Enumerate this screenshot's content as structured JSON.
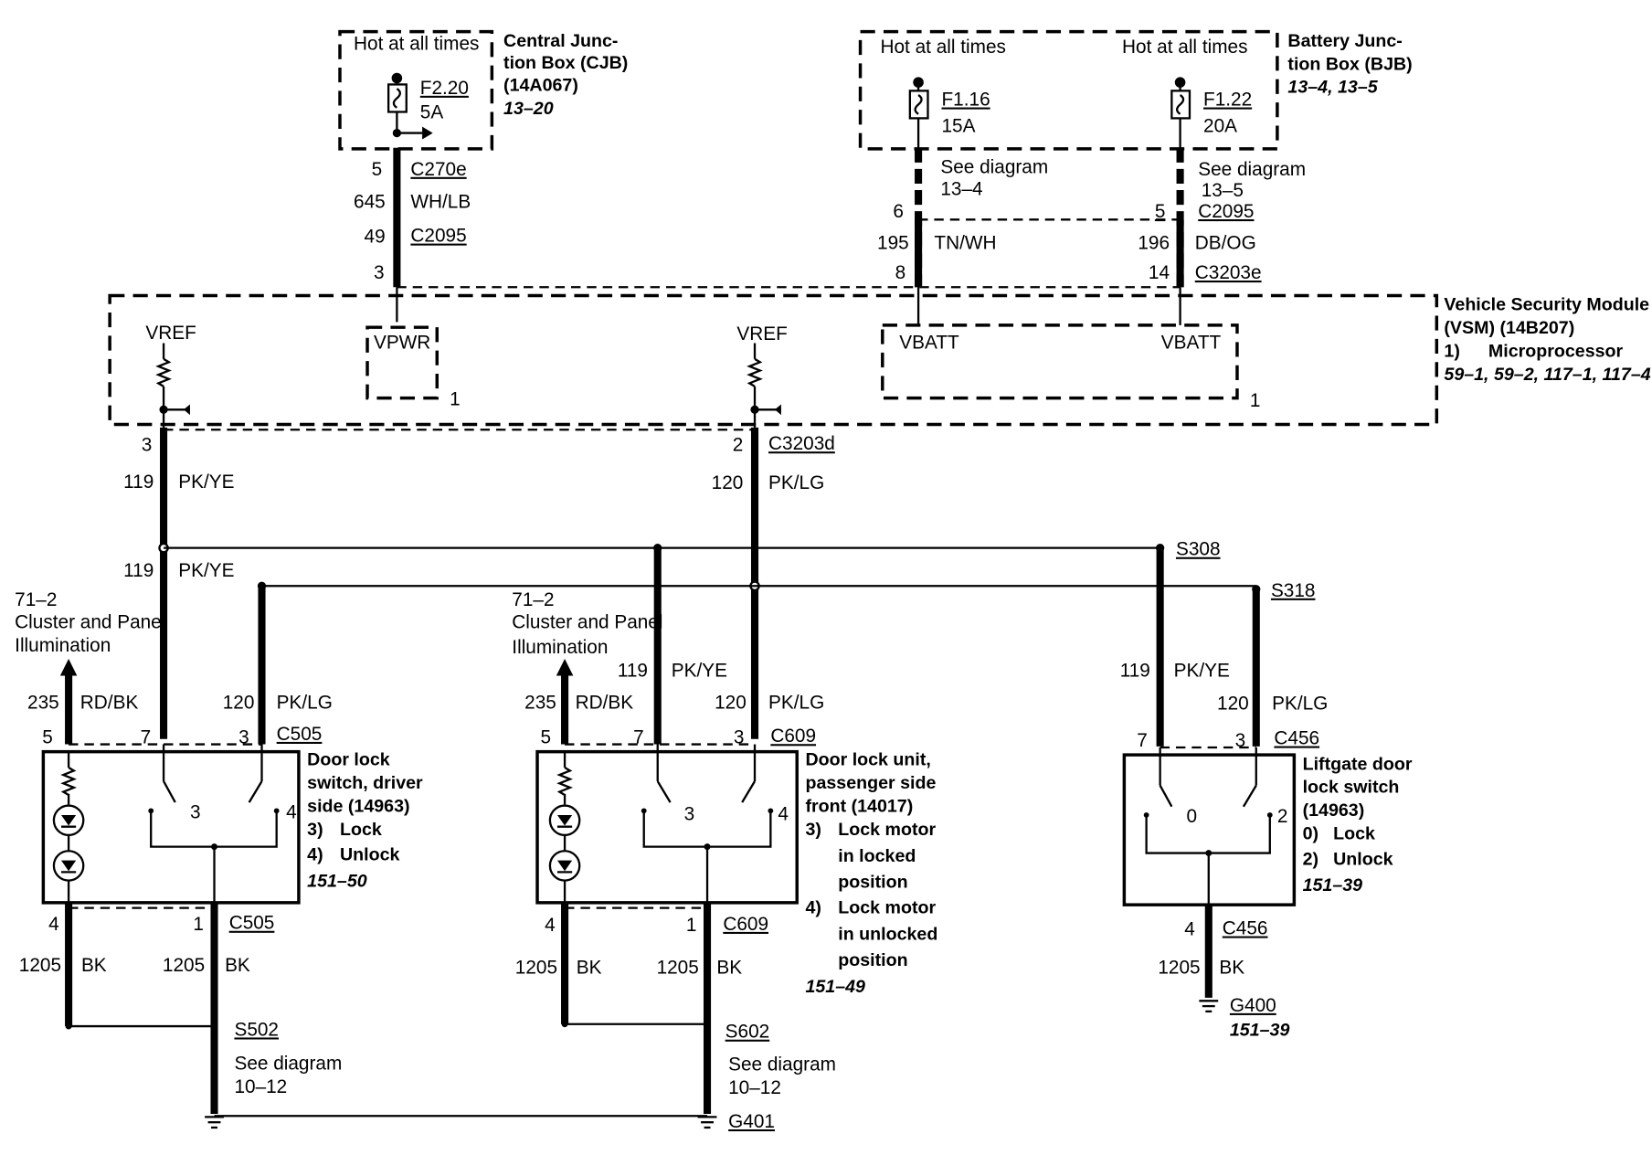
{
  "cjb": {
    "hot": "Hot at all times",
    "fuse": "F2.20",
    "amp": "5A",
    "title1": "Central Junc-",
    "title2": "tion Box (CJB)",
    "title3": "(14A067)",
    "ref": "13–20"
  },
  "bjb": {
    "hot_a": "Hot at all times",
    "hot_b": "Hot at all times",
    "fuse_a": "F1.16",
    "amp_a": "15A",
    "fuse_b": "F1.22",
    "amp_b": "20A",
    "title1": "Battery Junc-",
    "title2": "tion Box (BJB)",
    "ref": "13–4, 13–5",
    "see_a1": "See diagram",
    "see_a2": "13–4",
    "see_b1": "See diagram",
    "see_b2": "13–5"
  },
  "feed": {
    "c270e_pin": "5",
    "c270e": "C270e",
    "circuit_645": "645",
    "color_645": "WH/LB",
    "c2095_pin_a": "49",
    "c2095_a": "C2095",
    "vsm_pin_3": "3",
    "pin_6": "6",
    "pin_5": "5",
    "c2095_b": "C2095",
    "circuit_195": "195",
    "color_195": "TN/WH",
    "circuit_196": "196",
    "color_196": "DB/OG",
    "pin_8": "8",
    "pin_14": "14",
    "c3203e": "C3203e"
  },
  "vsm": {
    "title1": "Vehicle Security Module",
    "title2": "(VSM) (14B207)",
    "note_num": "1)",
    "note": "Microprocessor",
    "refs": "59–1, 59–2, 117–1, 117–4",
    "vref_a": "VREF",
    "vref_b": "VREF",
    "vpwr": "VPWR",
    "vbatt_a": "VBATT",
    "vbatt_b": "VBATT",
    "one_a": "1",
    "one_b": "1"
  },
  "outputs": {
    "pin_3": "3",
    "pin_2": "2",
    "c3203d": "C3203d",
    "circuit_119": "119",
    "color_119": "PK/YE",
    "circuit_120": "120",
    "color_120": "PK/LG",
    "circuit_119b": "119",
    "color_119b": "PK/YE",
    "s308": "S308",
    "s318": "S318"
  },
  "driver": {
    "illum1": "71–2",
    "illum2": "Cluster and Panel",
    "illum3": "Illumination",
    "c235": "235",
    "col235": "RD/BK",
    "c120": "120",
    "col120": "PK/LG",
    "pin5": "5",
    "pin7": "7",
    "pin3": "3",
    "conn": "C505",
    "sw3": "3",
    "sw4": "4",
    "title1": "Door lock",
    "title2": "switch, driver",
    "title3": "side (14963)",
    "pos3n": "3)",
    "pos3": "Lock",
    "pos4n": "4)",
    "pos4": "Unlock",
    "ref": "151–50",
    "gpin4": "4",
    "gpin1": "1",
    "gconn": "C505",
    "g1205a": "1205",
    "gbka": "BK",
    "g1205b": "1205",
    "gbkb": "BK",
    "splice": "S502",
    "see1": "See diagram",
    "see2": "10–12"
  },
  "passenger": {
    "illum1": "71–2",
    "illum2": "Cluster and Panel",
    "illum3": "Illumination",
    "c235": "235",
    "col235": "RD/BK",
    "c119": "119",
    "col119": "PK/YE",
    "c120": "120",
    "col120": "PK/LG",
    "pin5": "5",
    "pin7": "7",
    "pin3": "3",
    "conn": "C609",
    "sw3": "3",
    "sw4": "4",
    "title1": "Door lock unit,",
    "title2": "passenger side",
    "title3": "front (14017)",
    "pos3n": "3)",
    "pos3a": "Lock motor",
    "pos3b": "in locked",
    "pos3c": "position",
    "pos4n": "4)",
    "pos4a": "Lock motor",
    "pos4b": "in unlocked",
    "pos4c": "position",
    "ref": "151–49",
    "gpin4": "4",
    "gpin1": "1",
    "gconn": "C609",
    "g1205a": "1205",
    "gbka": "BK",
    "g1205b": "1205",
    "gbkb": "BK",
    "splice": "S602",
    "see1": "See diagram",
    "see2": "10–12",
    "ground": "G401"
  },
  "liftgate": {
    "c119": "119",
    "col119": "PK/YE",
    "c120": "120",
    "col120": "PK/LG",
    "pin7": "7",
    "pin3": "3",
    "conn": "C456",
    "sw0": "0",
    "sw2": "2",
    "title1": "Liftgate door",
    "title2": "lock switch",
    "title3": "(14963)",
    "pos0n": "0)",
    "pos0": "Lock",
    "pos2n": "2)",
    "pos2": "Unlock",
    "ref": "151–39",
    "gpin4": "4",
    "gconn": "C456",
    "g1205": "1205",
    "gbk": "BK",
    "ground": "G400",
    "gref": "151–39"
  }
}
